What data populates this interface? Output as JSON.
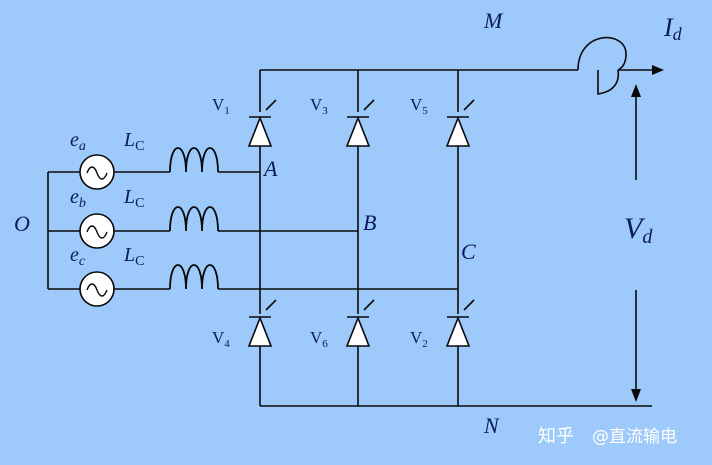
{
  "labels": {
    "node_m": "M",
    "node_n": "N",
    "node_o": "O",
    "node_a": "A",
    "node_b": "B",
    "node_c": "C",
    "current": "I",
    "current_sub": "d",
    "voltage": "V",
    "voltage_sub": "d",
    "source_a": "e",
    "source_a_sub": "a",
    "source_b": "e",
    "source_b_sub": "b",
    "source_c": "e",
    "source_c_sub": "c",
    "inductor": "L",
    "inductor_sub": "C"
  },
  "thyristors": {
    "v1": {
      "name": "V",
      "sub": "1"
    },
    "v3": {
      "name": "V",
      "sub": "3"
    },
    "v5": {
      "name": "V",
      "sub": "5"
    },
    "v4": {
      "name": "V",
      "sub": "4"
    },
    "v6": {
      "name": "V",
      "sub": "6"
    },
    "v2": {
      "name": "V",
      "sub": "2"
    }
  },
  "watermark": {
    "site": "知乎",
    "handle": "@直流输电"
  },
  "colors": {
    "background": "#9ec9fb",
    "wire": "#0a0a0a",
    "label": "#0a1a5c",
    "source_fill": "#ffffff"
  }
}
